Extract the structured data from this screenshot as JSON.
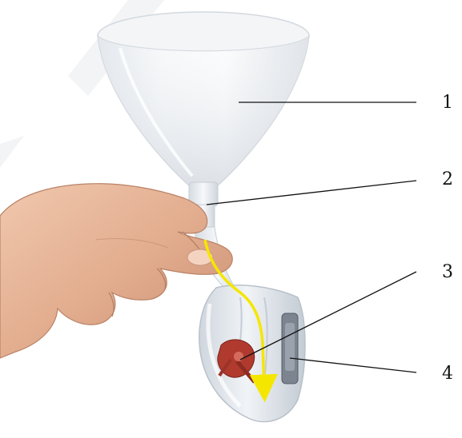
{
  "callouts": {
    "labels": [
      "1",
      "2",
      "3",
      "4"
    ]
  },
  "colors": {
    "flow_arrow": "#f5e600",
    "funnel": "#eef1f4",
    "device_body": "#dfe4ea",
    "red_component": "#b03a2e",
    "skin": "#e9b79c",
    "leader_line": "#111111"
  }
}
